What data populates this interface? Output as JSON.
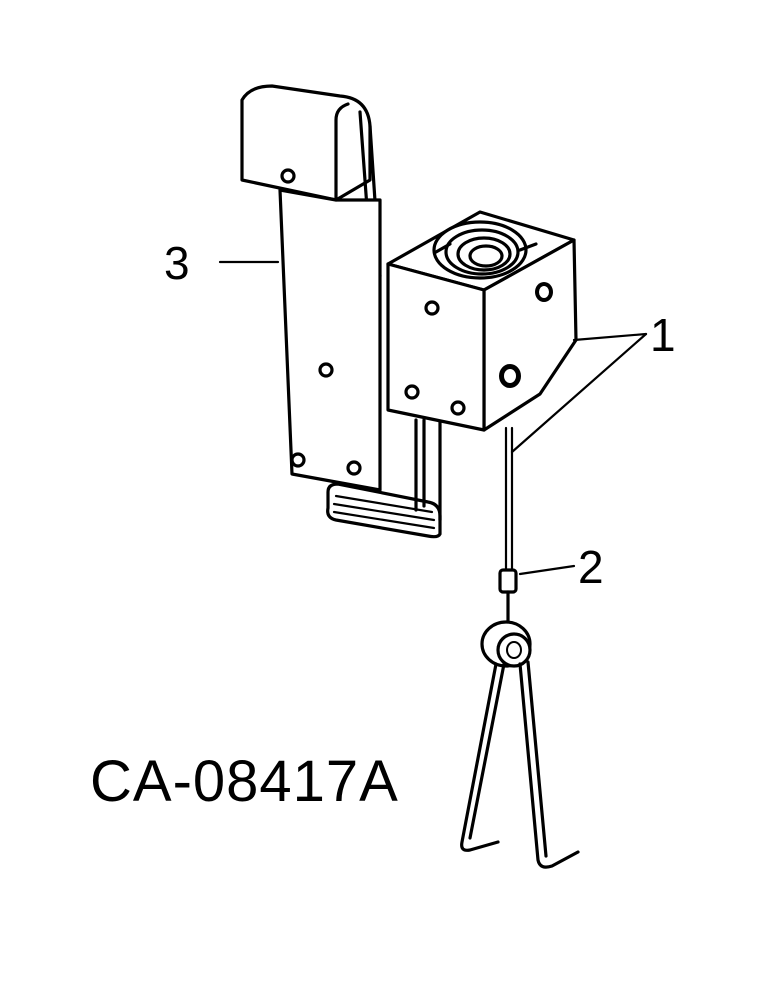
{
  "drawing": {
    "code": "CA-08417A",
    "callouts": [
      {
        "number": "1",
        "part": "reel-assembly"
      },
      {
        "number": "2",
        "part": "cable"
      },
      {
        "number": "3",
        "part": "mounting-bracket"
      }
    ]
  },
  "colors": {
    "ink": "#000000",
    "paper": "#ffffff"
  }
}
